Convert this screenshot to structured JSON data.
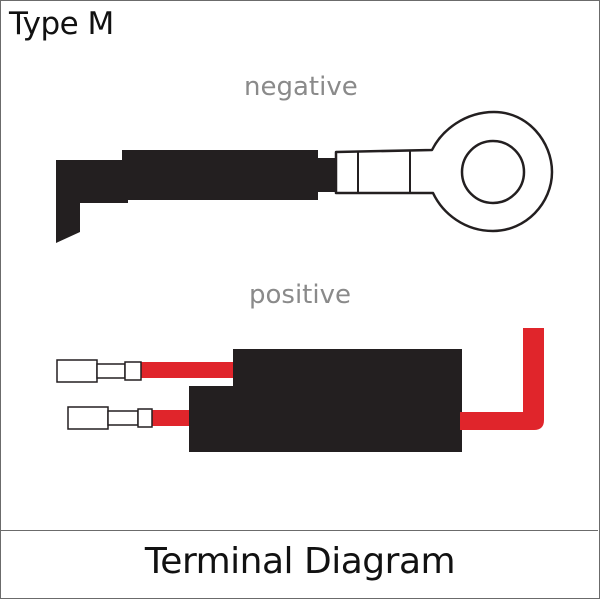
{
  "header": {
    "title": "Type M"
  },
  "negative": {
    "label": "negative"
  },
  "positive": {
    "label": "positive"
  },
  "footer": {
    "caption": "Terminal Diagram"
  },
  "colors": {
    "sleeve": "#231f20",
    "wire_red": "#e0252b",
    "outline": "#231f20",
    "label_gray": "#8a8a8a"
  }
}
